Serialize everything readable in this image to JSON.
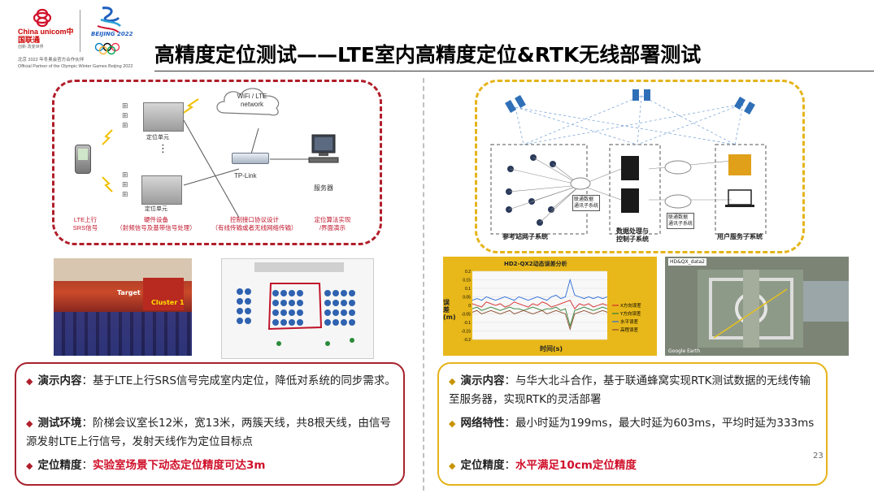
{
  "header": {
    "brand_cn": "China unicom中国联通",
    "brand_slogan": "创新·改变世界",
    "olympic_label": "BEIJING 2022",
    "partner_cn": "北京 2022 年冬奥会官方合作伙伴",
    "partner_en": "Official Partner of the Olympic Winter Games Beijing 2022",
    "title": "高精度定位测试——LTE室内高精度定位&RTK无线部署测试"
  },
  "left_diagram": {
    "cloud_label": "WiFi / LTE\nnetwork",
    "unit_label_top": "定位单元",
    "unit_label_bottom": "定位单元",
    "ellipsis": "⋮",
    "router_label": "TP-Link",
    "server_label": "服务器",
    "captions": [
      "LTE上行\nSRS信号",
      "硬件设备\n（射频信号及基带信号处理）",
      "控制接口协议设计\n（有线传输或者无线网络传输）",
      "定位算法实现\n/界面演示"
    ]
  },
  "photos": {
    "target_label": "Target",
    "cluster_label": "Cluster 1"
  },
  "right_diagram": {
    "group_labels": [
      "参考站网子系统",
      "数据处理与\n控制子系统",
      "用户服务子系统"
    ],
    "center_label": "联通数据\n通讯子系统",
    "center_label2": "联通数据\n通讯子系统"
  },
  "chart": {
    "title": "HD2-QX2动态误差分析",
    "ylabel": "误差(m)",
    "xlabel": "时间(s)",
    "yticks": [
      "0.2",
      "0.15",
      "0.1",
      "0.05",
      "0",
      "-0.05",
      "-0.1",
      "-0.15",
      "-0.2"
    ],
    "legend": [
      "X方向误差",
      "Y方向误差",
      "水平误差",
      "高程误差"
    ]
  },
  "chart_data": {
    "type": "line",
    "title": "HD2-QX2动态误差分析",
    "xlabel": "时间(s)",
    "ylabel": "误差(m)",
    "ylim": [
      -0.2,
      0.2
    ],
    "x": [
      0,
      1,
      2,
      3,
      4,
      5,
      6,
      7,
      8,
      9,
      10,
      11,
      12,
      13,
      14,
      15,
      16,
      17,
      18,
      19,
      20,
      21,
      22,
      23,
      24,
      25,
      26,
      27,
      28,
      29
    ],
    "series": [
      {
        "name": "X方向误差",
        "values": [
          0.01,
          0.0,
          -0.01,
          0.02,
          0.01,
          0.0,
          0.01,
          -0.01,
          0.0,
          0.02,
          0.01,
          0.0,
          -0.01,
          0.01,
          0.0,
          0.02,
          0.01,
          -0.01,
          0.0,
          0.01,
          0.02,
          0.03,
          -0.02,
          0.01,
          0.0,
          0.01,
          -0.01,
          0.0,
          0.01,
          0.0
        ]
      },
      {
        "name": "Y方向误差",
        "values": [
          -0.02,
          -0.01,
          -0.03,
          -0.02,
          -0.01,
          -0.02,
          -0.03,
          -0.02,
          -0.01,
          -0.02,
          -0.02,
          -0.03,
          -0.02,
          -0.01,
          -0.02,
          -0.03,
          -0.02,
          -0.02,
          -0.01,
          -0.03,
          -0.02,
          -0.12,
          -0.03,
          -0.02,
          -0.01,
          -0.02,
          -0.03,
          -0.02,
          -0.01,
          -0.02
        ]
      },
      {
        "name": "水平误差",
        "values": [
          0.03,
          0.04,
          0.03,
          0.05,
          0.04,
          0.03,
          0.04,
          0.05,
          0.04,
          0.03,
          0.05,
          0.04,
          0.03,
          0.04,
          0.05,
          0.04,
          0.03,
          0.05,
          0.06,
          0.04,
          0.05,
          0.15,
          0.06,
          0.05,
          0.04,
          0.05,
          0.04,
          0.05,
          0.04,
          0.05
        ]
      },
      {
        "name": "高程误差",
        "values": [
          -0.04,
          -0.03,
          -0.05,
          -0.04,
          -0.03,
          -0.04,
          -0.05,
          -0.04,
          -0.03,
          -0.05,
          -0.04,
          -0.03,
          -0.04,
          -0.05,
          -0.04,
          -0.03,
          -0.05,
          -0.04,
          -0.03,
          -0.04,
          -0.05,
          -0.14,
          -0.05,
          -0.04,
          -0.03,
          -0.04,
          -0.05,
          -0.04,
          -0.03,
          -0.04
        ]
      }
    ],
    "colors": [
      "#d62a2a",
      "#2e7d32",
      "#2a6ad6",
      "#8a4a2a"
    ]
  },
  "map": {
    "title": "HD&QX_data2",
    "footer": "Google Earth"
  },
  "left_box": {
    "items": [
      {
        "label": "演示内容",
        "sep": "：",
        "text": "基于LTE上行SRS信号完成室内定位，降低对系统的同步需求。",
        "highlight": ""
      },
      {
        "label": "测试环境",
        "sep": "：",
        "text": "阶梯会议室长12米，宽13米，两簇天线，共8根天线，由信号源发射LTE上行信号，发射天线作为定位目标点",
        "highlight": ""
      },
      {
        "label": "定位精度",
        "sep": "：",
        "text": "",
        "highlight": "实验室场景下动态定位精度可达3m"
      }
    ]
  },
  "right_box": {
    "items": [
      {
        "label": "演示内容",
        "sep": "：",
        "text": "与华大北斗合作，基于联通蜂窝实现RTK测试数据的无线传输至服务器，实现RTK的灵活部署",
        "highlight": ""
      },
      {
        "label": "网络特性",
        "sep": "：",
        "text": "最小时延为199ms，最大时延为603ms，平均时延为333ms",
        "highlight": ""
      },
      {
        "label": "定位精度",
        "sep": "：",
        "text": "",
        "highlight": "水平满足10cm定位精度"
      }
    ]
  },
  "page_number": "23"
}
